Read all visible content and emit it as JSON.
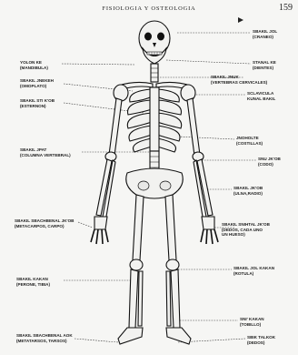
{
  "header": {
    "title": "FISIOLOGIA Y OSTEOLOGIA",
    "page_number": "159"
  },
  "labels": {
    "left": [
      "YOLON KE\n(MANDIBULA)",
      "SBAKIL JNEKEH\n(OMOPLATO)",
      "SBAKIL STI K'OB\n(ESTERNON)",
      "SBAKIL JPAT\n(COLUMNA VERTEBRAL)",
      "SBAKIL SBACHBENAL JK'OB\n(METACARPOS, CARPO)",
      "SBAKIL KAKAN\n(PERONE, TIBIA)",
      "SBAKIL SBACHBENAL AOK\n(METATARSOS, TARSOS)"
    ],
    "right": [
      "SBAKIL JOL\n(CRANEO)",
      "STANAL KE\n(DIENTES)",
      "SBAKIL JNUK\n(VERTEBRAS CERVICALES)",
      "SCLAVICULA\nKUNAL BAKIL",
      "JNOHOLTE\n(COSTILLAS)",
      "SNU JK'OB\n(CODO)",
      "SBAKIL JK'OB\n(ULNA,RADIO)",
      "SBAKIL SNIHTAL JK'OB\n(DEDOS, CADA UNO\nUN HUESO)",
      "SBAKIL JOL KAKAN\n(ROTULA)",
      "SNI' KAKAN\n(TOBILLO)",
      "SBIK TALKOK\n(DEDOS)"
    ]
  }
}
